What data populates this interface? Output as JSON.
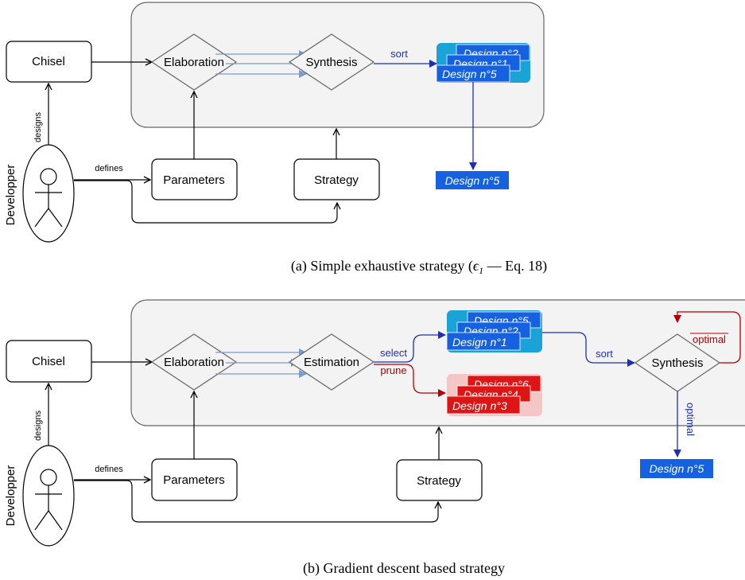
{
  "colors": {
    "blue_flow": "#1d2fb5",
    "red_flow": "#b30000",
    "light_flow": "#7a9cc9",
    "design_blue": "#1561e0",
    "design_red": "#dd1515"
  },
  "diagram_a": {
    "chisel": "Chisel",
    "elaboration": "Elaboration",
    "synthesis": "Synthesis",
    "sort": "sort",
    "designs_stack": [
      "Design n°2",
      "Design n°1",
      "Design n°5"
    ],
    "result": "Design n°5",
    "designs_label": "designs",
    "developper": "Developper",
    "defines": "defines",
    "parameters": "Parameters",
    "strategy": "Strategy",
    "caption_pre": "(a) Simple exhaustive strategy (",
    "caption_sym": "ϵ",
    "caption_sub": "1",
    "caption_post": " — Eq. 18)"
  },
  "diagram_b": {
    "chisel": "Chisel",
    "elaboration": "Elaboration",
    "estimation": "Estimation",
    "select": "select",
    "prune": "prune",
    "selected_stack": [
      "Design n°5",
      "Design n°2",
      "Design n°1"
    ],
    "pruned_stack": [
      "Design n°6",
      "Design n°4",
      "Design n°3"
    ],
    "sort": "sort",
    "synthesis": "Synthesis",
    "optimal_not": "optimal",
    "optimal": "optimal",
    "result": "Design n°5",
    "designs_label": "designs",
    "developper": "Developper",
    "defines": "defines",
    "parameters": "Parameters",
    "strategy": "Strategy",
    "caption": "(b) Gradient descent based strategy"
  }
}
